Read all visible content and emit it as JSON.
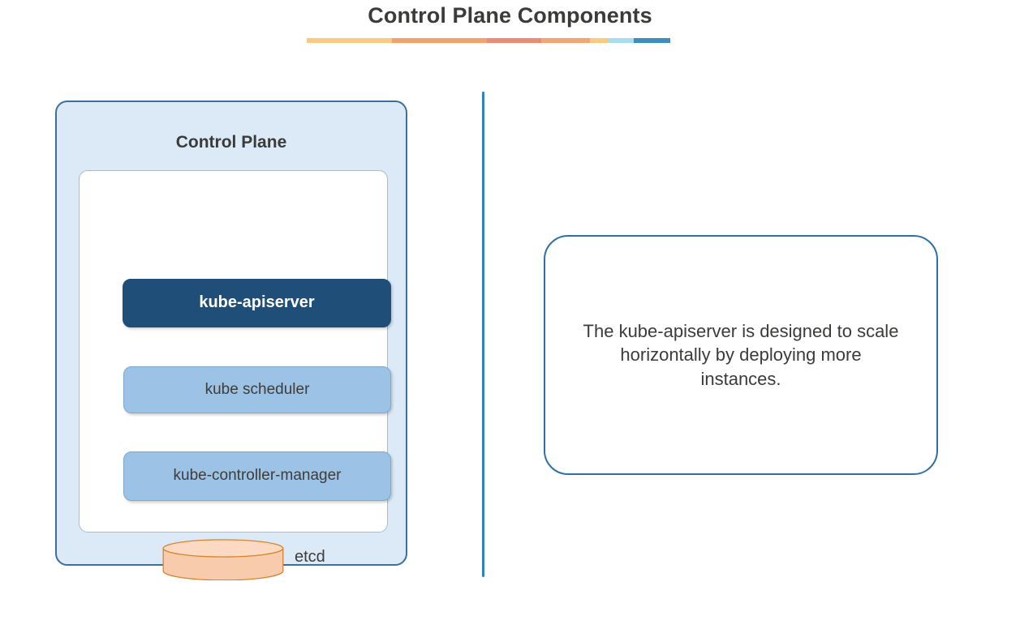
{
  "page": {
    "title": "Control Plane Components",
    "background_color": "#ffffff"
  },
  "title_rule": {
    "segments": [
      {
        "color": "#fbc97f",
        "width_pct": 23.5
      },
      {
        "color": "#f4a26a",
        "width_pct": 26.0
      },
      {
        "color": "#ee8a72",
        "width_pct": 15.0
      },
      {
        "color": "#f4a571",
        "width_pct": 13.5
      },
      {
        "color": "#fbc97f",
        "width_pct": 5.0
      },
      {
        "color": "#a9dcef",
        "width_pct": 7.0
      },
      {
        "color": "#3c8dc0",
        "width_pct": 10.0
      }
    ]
  },
  "control_plane": {
    "heading": "Control Plane",
    "card_fill": "#dce9f7",
    "card_border": "#3d6f9c",
    "inner_fill": "#ffffff",
    "inner_border": "#b2bac1",
    "components": [
      {
        "name": "kube-apiserver",
        "label": "kube-apiserver",
        "style": "primary",
        "fill": "#1f4e79",
        "text_color": "#ffffff"
      },
      {
        "name": "kube-scheduler",
        "label": "kube scheduler",
        "style": "secondary",
        "fill": "#9cc3e5",
        "text_color": "#3d3d3b"
      },
      {
        "name": "kube-controller-manager",
        "label": "kube-controller-manager",
        "style": "secondary",
        "fill": "#9cc3e5",
        "text_color": "#3d3d3b"
      }
    ],
    "datastore": {
      "label": "etcd",
      "shape": "cylinder",
      "fill": "#f8cbad",
      "top_fill": "#fbdcc6",
      "border": "#d9822b"
    }
  },
  "divider": {
    "color": "#2e82c2",
    "orientation": "vertical"
  },
  "callout": {
    "text": "The kube-apiserver is designed to scale horizontally by deploying more instances.",
    "border_color": "#2e6fa8",
    "fill": "#ffffff"
  }
}
